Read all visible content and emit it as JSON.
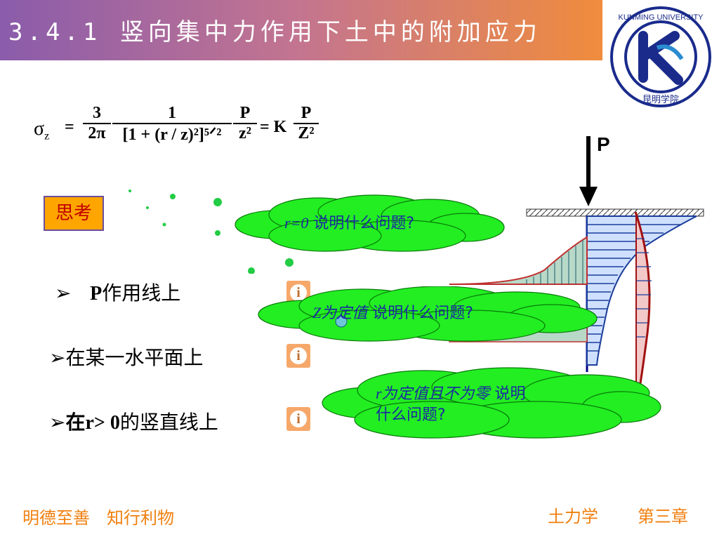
{
  "title": "3.4.1 竖向集中力作用下土中的附加应力",
  "logo": {
    "ring_text": "KUNMING UNIVERSITY",
    "bottom_text": "昆明学院",
    "letter": "K",
    "color": "#1a2b8c"
  },
  "formula": {
    "lhs": "σ",
    "lhs_sub": "z",
    "eq": "=",
    "f1_num": "3",
    "f1_den": "2π",
    "f2_num": "1",
    "f2_den": "[1 + (r / z)²]⁵ᐟ²",
    "f3_num": "P",
    "f3_den": "z²",
    "eq2": "= K",
    "f4_num": "P",
    "f4_den": "Z²"
  },
  "think_label": "思考",
  "bullets": [
    {
      "marker": "➢",
      "bold": "P",
      "text": "作用线上"
    },
    {
      "marker": "➢",
      "bold": "",
      "text": "在某一水平面上"
    },
    {
      "marker": "➢",
      "bold": "在r> 0",
      "text": "的竖直线上"
    }
  ],
  "info_glyph": "i",
  "clouds": [
    {
      "italic": "r=0",
      "text": " 说明什么问题?"
    },
    {
      "italic": "Z为定值",
      "text": "  说明什么问题?"
    },
    {
      "italic": "r为定值且不为零",
      "text": "  说明",
      "text2": "什么问题?"
    }
  ],
  "diagram": {
    "load_label": "P"
  },
  "footer": {
    "motto": "明德至善　知行利物",
    "course": "土力学",
    "chapter": "第三章"
  },
  "colors": {
    "accent_orange": "#f08010",
    "cloud_green": "#22ee22",
    "text_blue": "#1a2aa0"
  }
}
